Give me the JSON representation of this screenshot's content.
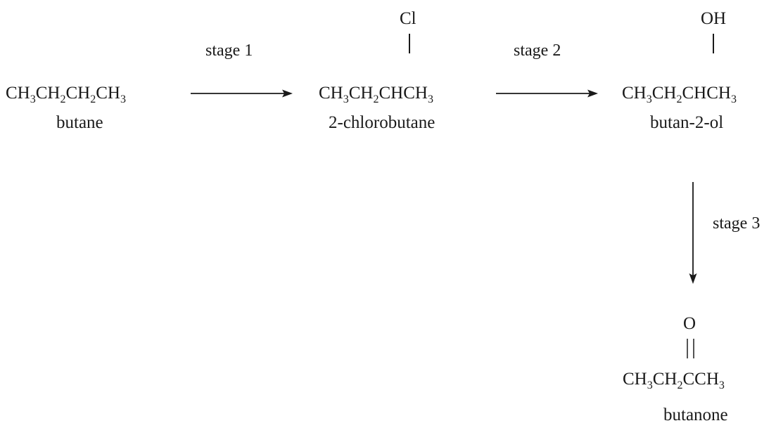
{
  "compounds": {
    "butane": {
      "formula": [
        {
          "t": "CH"
        },
        {
          "s": "3"
        },
        {
          "t": "CH"
        },
        {
          "s": "2"
        },
        {
          "t": "CH"
        },
        {
          "s": "2"
        },
        {
          "t": "CH"
        },
        {
          "s": "3"
        }
      ],
      "name": "butane"
    },
    "chlorobutane": {
      "formula": [
        {
          "t": "CH"
        },
        {
          "s": "3"
        },
        {
          "t": "CH"
        },
        {
          "s": "2"
        },
        {
          "t": "CHCH"
        },
        {
          "s": "3"
        }
      ],
      "substituent": "Cl",
      "name": "2-chlorobutane"
    },
    "butanol": {
      "formula": [
        {
          "t": "CH"
        },
        {
          "s": "3"
        },
        {
          "t": "CH"
        },
        {
          "s": "2"
        },
        {
          "t": "CHCH"
        },
        {
          "s": "3"
        }
      ],
      "substituent": "OH",
      "name": "butan-2-ol"
    },
    "butanone": {
      "formula": [
        {
          "t": "CH"
        },
        {
          "s": "3"
        },
        {
          "t": "CH"
        },
        {
          "s": "2"
        },
        {
          "t": "CCH"
        },
        {
          "s": "3"
        }
      ],
      "substituent": "O",
      "name": "butanone"
    }
  },
  "stages": {
    "stage1": "stage 1",
    "stage2": "stage 2",
    "stage3": "stage 3"
  },
  "colors": {
    "ink": "#1a1a1a",
    "background": "#ffffff"
  }
}
